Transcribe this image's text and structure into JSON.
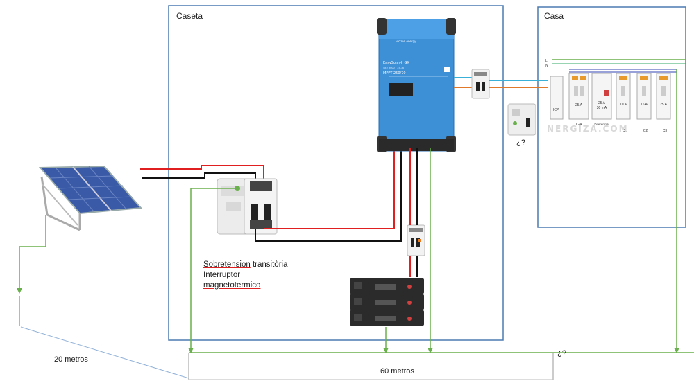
{
  "zones": {
    "caseta": {
      "label": "Caseta"
    },
    "casa": {
      "label": "Casa"
    }
  },
  "inverter": {
    "brand": "victron energy",
    "model": "EasySolar-II GX",
    "spec": "48 / 3000 / 35-32",
    "mppt": "MPPT 250/70",
    "color": "#3d8fd6"
  },
  "protection_labels": {
    "line1": "Sobretension",
    "line1_rest": " transitòria",
    "line2": "Interruptor",
    "line3": "magnetotermico"
  },
  "question_marks": {
    "q1": "¿?",
    "q2": "¿?"
  },
  "distances": {
    "panel_ground": "20 metros",
    "ground_run": "60 metros"
  },
  "panel_board": {
    "bus_labels": [
      "L",
      "N"
    ],
    "labels": [
      "ICP",
      "IGA",
      "Diferencial",
      "C1",
      "C2",
      "C3"
    ],
    "ratings": [
      "25 A",
      "25 A",
      "30 mA",
      "10 A",
      "16 A",
      "25 A"
    ],
    "watermark": "NERGIZA.COM"
  },
  "colors": {
    "dc_positive": "#e02020",
    "dc_negative": "#111111",
    "ground": "#6ab04c",
    "ac_line": "#e07a2a",
    "ac_neutral": "#3ab0d8",
    "zone_border": "#4a7ab0"
  }
}
